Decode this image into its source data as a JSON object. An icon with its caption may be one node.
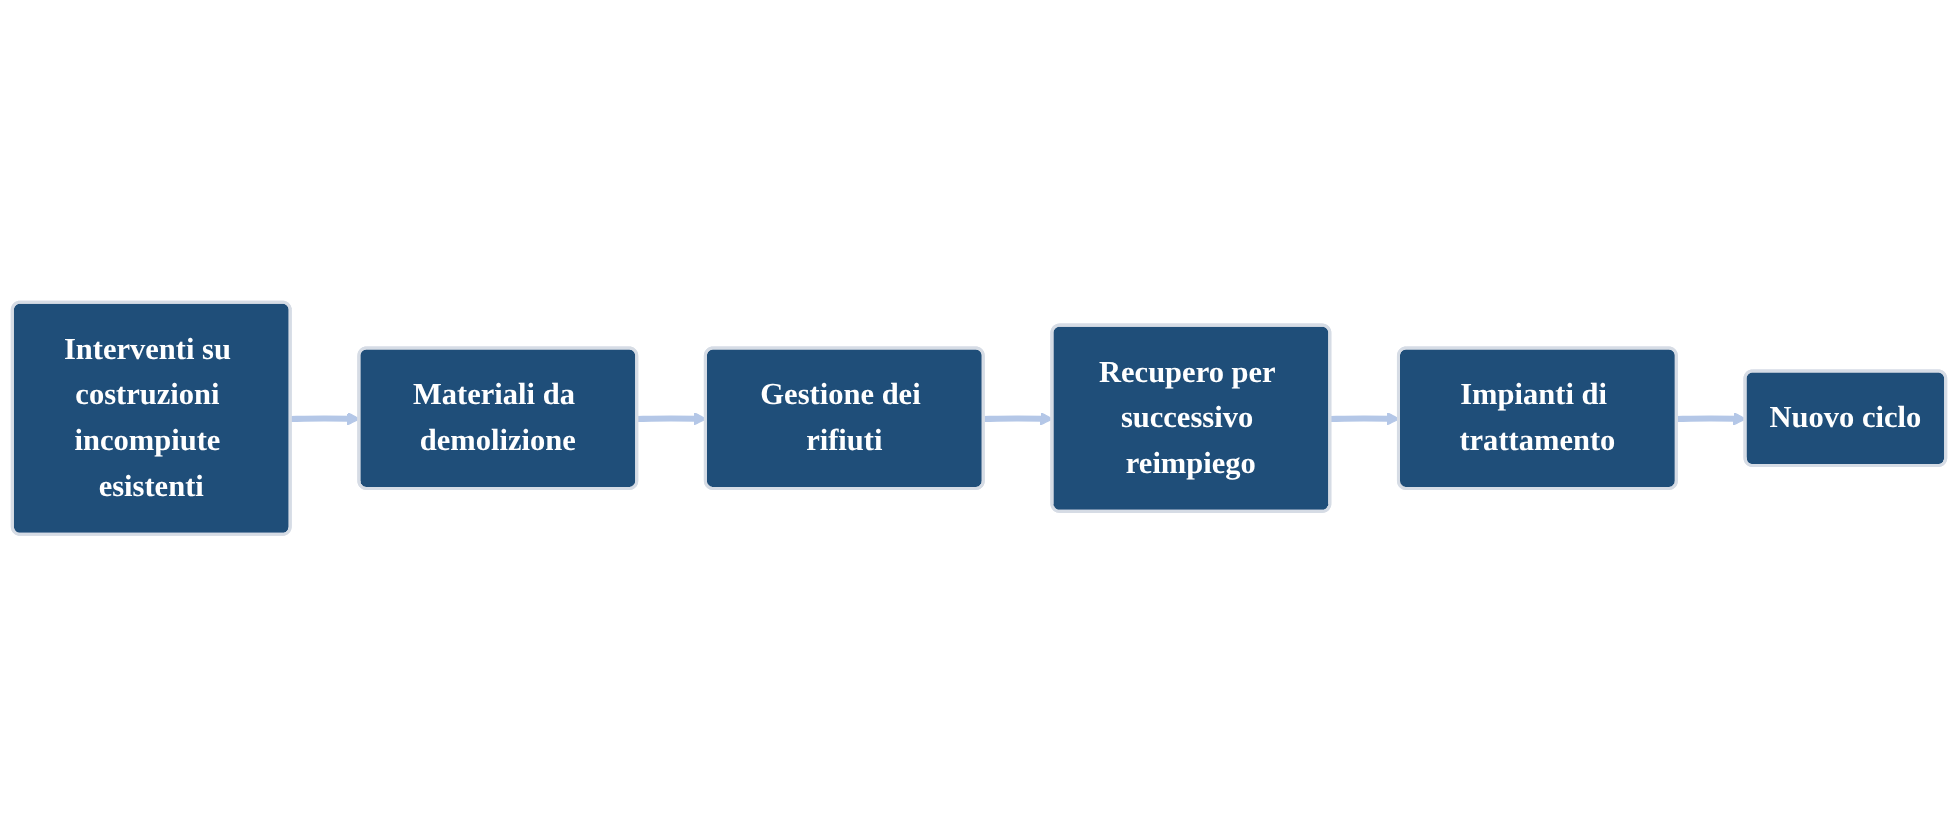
{
  "diagram": {
    "nodes": [
      {
        "text": [
          "Interventi su costruzioni incompiute esistenti"
        ]
      },
      {
        "text": [
          "Materiali da demolizione"
        ]
      },
      {
        "text": [
          "Gestione dei rifiuti"
        ]
      },
      {
        "text": [
          "Recupero per successivo reimpiego"
        ]
      },
      {
        "text": [
          "Impianti di trattamento"
        ]
      },
      {
        "text": [
          "Nuovo ciclo"
        ]
      }
    ],
    "edges": [
      {
        "from": 0,
        "to": 1,
        "arrow": "to"
      },
      {
        "from": 1,
        "to": 2,
        "arrow": "to"
      },
      {
        "from": 2,
        "to": 3,
        "arrow": "to"
      },
      {
        "from": 3,
        "to": 4,
        "arrow": "to"
      },
      {
        "from": 4,
        "to": 5,
        "arrow": "to"
      }
    ]
  }
}
